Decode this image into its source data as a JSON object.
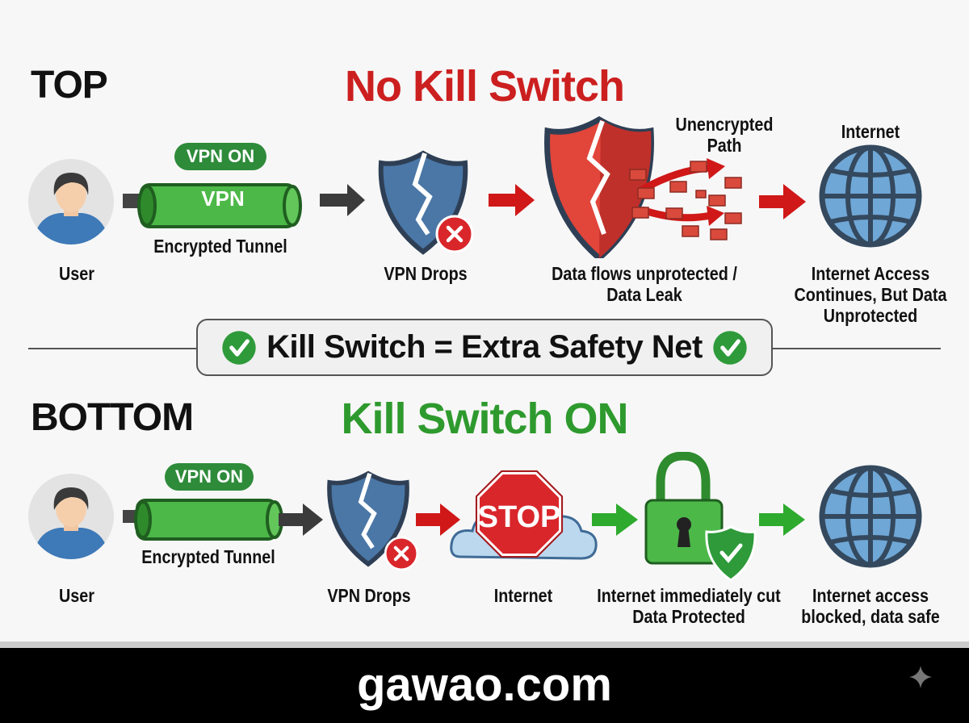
{
  "top": {
    "section_label": "TOP",
    "title": "No Kill Switch",
    "vpn_badge": "VPN ON",
    "tunnel_text": "VPN",
    "tunnel_label": "Encrypted Tunnel",
    "user_label": "User",
    "vpn_drops_label": "VPN Drops",
    "unencrypted_path_label": [
      "Unencrypted",
      "Path"
    ],
    "data_leak_label": [
      "Data flows unprotected /",
      "Data Leak"
    ],
    "internet_label": "Internet",
    "internet_result_label": [
      "Internet Access",
      "Continues, But Data",
      "Unprotected"
    ]
  },
  "banner": {
    "text": "Kill Switch = Extra Safety Net"
  },
  "bottom": {
    "section_label": "BOTTOM",
    "title": "Kill Switch ON",
    "vpn_badge": "VPN ON",
    "tunnel_label": "Encrypted Tunnel",
    "user_label": "User",
    "vpn_drops_label": "VPN Drops",
    "stop_text": "STOP",
    "internet_label": "Internet",
    "cut_label": [
      "Internet immediately cut",
      "Data Protected"
    ],
    "result_label": [
      "Internet access",
      "blocked, data safe"
    ]
  },
  "footer": {
    "brand": "gawao.com"
  },
  "colors": {
    "red": "#cc1f1f",
    "green": "#2e9a2e",
    "blue": "#3f77a8"
  }
}
